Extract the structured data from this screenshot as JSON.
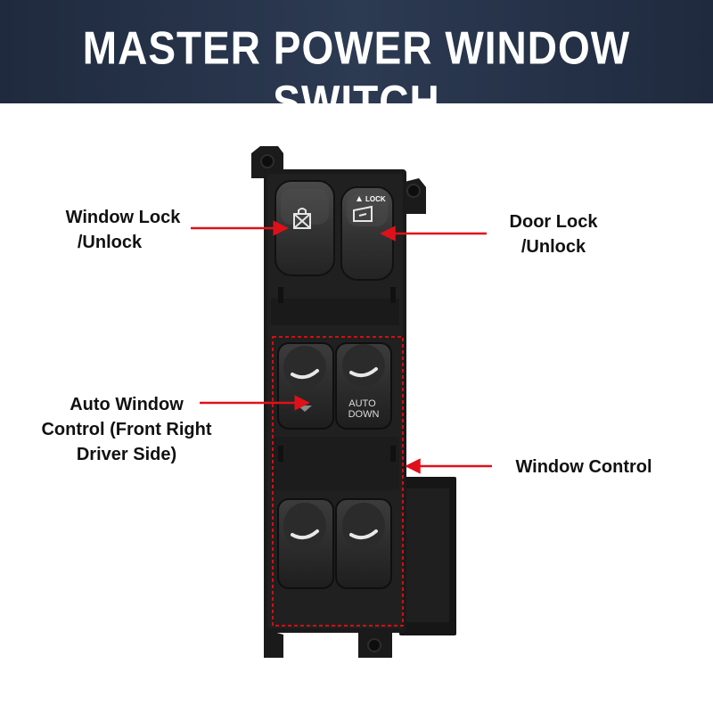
{
  "banner": {
    "title": "MASTER POWER WINDOW SWITCH"
  },
  "callouts": {
    "window_lock": [
      "Window Lock",
      "/Unlock"
    ],
    "door_lock": [
      "Door Lock",
      "/Unlock"
    ],
    "auto_window": [
      "Auto Window",
      "Control (Front Right",
      "Driver Side)"
    ],
    "window_control": [
      "Window Control"
    ]
  },
  "switch": {
    "lock_label": "LOCK",
    "auto_down": [
      "AUTO",
      "DOWN"
    ]
  },
  "colors": {
    "banner": "#2c3a52",
    "arrow": "#e0101a",
    "dashed_frame": "#cc1111",
    "body": "#1a1a1a",
    "button": "#3a3a3a"
  }
}
